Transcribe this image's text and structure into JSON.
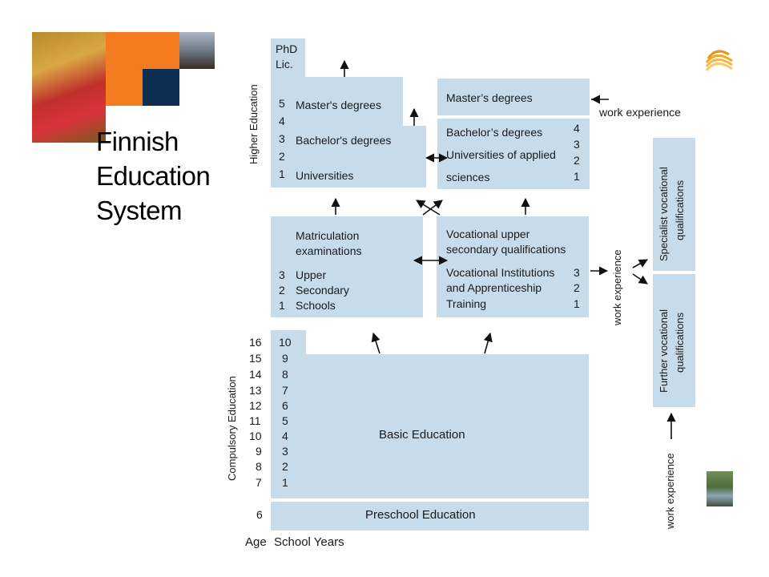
{
  "title_lines": [
    "Finnish",
    "Education",
    "System"
  ],
  "side_labels": {
    "higher": "Higher Education",
    "compulsory": "Compulsory Education",
    "work_vertical_1": "work experience",
    "work_vertical_2": "work experience"
  },
  "work_exp_horizontal": "work experience",
  "univ": {
    "phd": "PhD",
    "lic": "Lic.",
    "nums": [
      "5",
      "4",
      "3",
      "2",
      "1"
    ],
    "masters": "Master's degrees",
    "bachelors": "Bachelor's degrees",
    "universities": "Universities"
  },
  "uas": {
    "masters": "Master’s degrees",
    "bachelors": "Bachelor’s degrees",
    "uas_line1": "Universities of applied",
    "uas_line2": "sciences",
    "nums": [
      "4",
      "3",
      "2",
      "1"
    ]
  },
  "upper_sec": {
    "line1": "Matriculation",
    "line2": "examinations",
    "nums": [
      "3",
      "2",
      "1"
    ],
    "rows": [
      "Upper",
      "Secondary",
      "Schools"
    ]
  },
  "vocational": {
    "line1": "Vocational upper",
    "line2": "secondary qualifications",
    "rows": [
      "Vocational Institutions",
      "and Apprenticeship",
      "Training"
    ],
    "nums": [
      "3",
      "2",
      "1"
    ]
  },
  "specialist": [
    "Specialist vocational",
    "qualifications"
  ],
  "further": [
    "Further vocational",
    "qualifications"
  ],
  "basic": {
    "label": "Basic Education",
    "ages": [
      "16",
      "15",
      "14",
      "13",
      "12",
      "11",
      "10",
      "9",
      "8",
      "7"
    ],
    "years": [
      "10",
      "9",
      "8",
      "7",
      "6",
      "5",
      "4",
      "3",
      "2",
      "1"
    ]
  },
  "preschool": {
    "age": "6",
    "label": "Preschool Education"
  },
  "footer": {
    "age": "Age",
    "years": "School Years"
  },
  "colors": {
    "box": "#c6dcea",
    "orange": "#f47b20",
    "navy": "#0e2f52",
    "logo": "#f5a623"
  },
  "icons": [
    "photo-child-autumn",
    "photo-cyclists",
    "logo-wave-icon",
    "photo-lake-person"
  ]
}
